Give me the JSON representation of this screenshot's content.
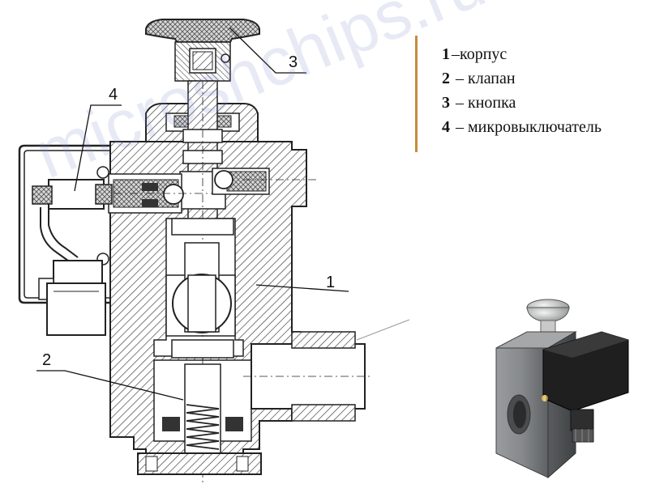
{
  "legend": {
    "items": [
      {
        "num": "1",
        "text": "–корпус"
      },
      {
        "num": "2",
        "text": " – клапан"
      },
      {
        "num": "3",
        "text": " – кнопка"
      },
      {
        "num": "4",
        "text": " – микровыключатель"
      }
    ]
  },
  "callouts": {
    "c1": "1",
    "c2": "2",
    "c3": "3",
    "c4": "4"
  },
  "watermark": "microshchips.ru",
  "colors": {
    "legend_bar": "#c98a3c",
    "hatch": "#333333",
    "photo_body": "#7d7f80",
    "photo_coil": "#1e1e1e"
  }
}
